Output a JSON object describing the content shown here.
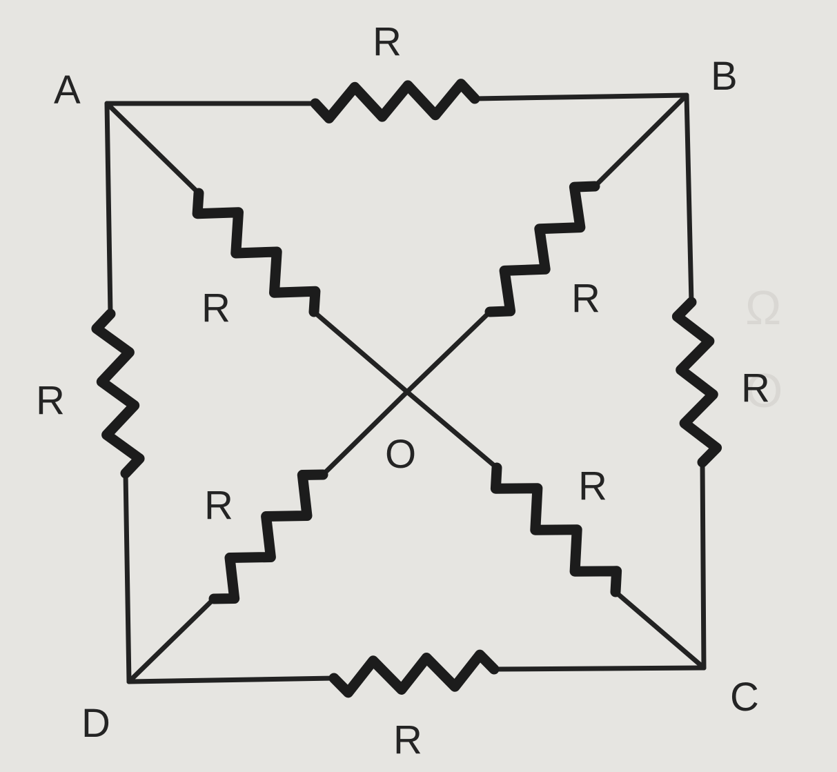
{
  "diagram": {
    "nodes": {
      "A": "A",
      "B": "B",
      "C": "C",
      "D": "D",
      "O": "O"
    },
    "resistors": {
      "AB": "R",
      "BC": "R",
      "CD": "R",
      "DA": "R",
      "AO": "R",
      "BO": "R",
      "CO": "R",
      "DO": "R"
    }
  },
  "colors": {
    "background": "#e6e5e1",
    "ink": "#222222"
  }
}
